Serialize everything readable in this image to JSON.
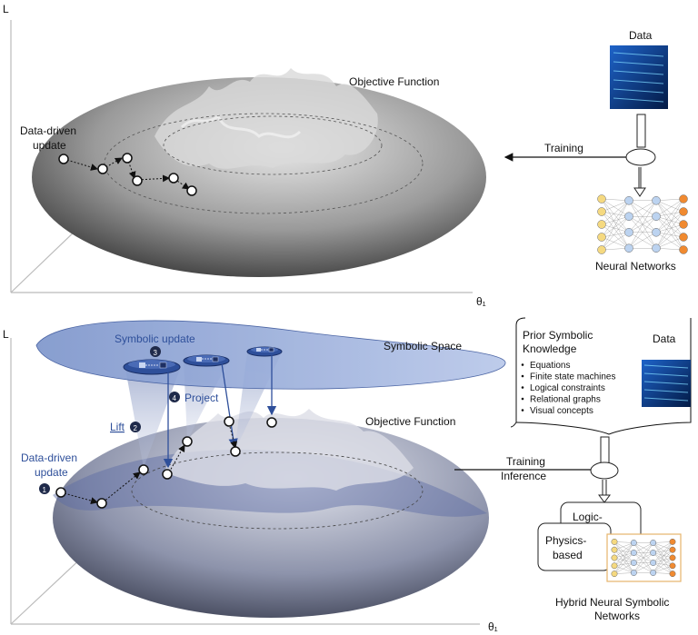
{
  "top_panel": {
    "axis_y_label": "L",
    "axis_x_label": "θ₁",
    "objective_label": "Objective Function",
    "update_label_line1": "Data-driven",
    "update_label_line2": "update",
    "data_label": "Data",
    "training_label": "Training",
    "network_label": "Neural Networks"
  },
  "bottom_panel": {
    "axis_y_label": "L",
    "axis_x_label": "θ₁",
    "symbolic_update_label": "Symbolic update",
    "step3": "3",
    "symbolic_space_label": "Symbolic Space",
    "project_step": "4",
    "project_label": "Project",
    "lift_label": "Lift",
    "lift_step": "2",
    "objective_label": "Objective Function",
    "update_label_line1": "Data-driven",
    "update_label_line2": "update",
    "step1": "1",
    "prior_title_line1": "Prior Symbolic",
    "prior_title_line2": "Knowledge",
    "data_label": "Data",
    "prior_items": [
      "Equations",
      "Finite state machines",
      "Logical constraints",
      "Relational graphs",
      "Visual concepts"
    ],
    "training_label": "Training",
    "inference_label": "Inference",
    "logic_label": "Logic-",
    "physics_label_line1": "Physics-",
    "physics_label_line2": "based",
    "hybrid_label_line1": "Hybrid Neural Symbolic",
    "hybrid_label_line2": "Networks"
  },
  "colors": {
    "symbolic_blue": "#2e4f9a",
    "symbolic_fill": "#8fa6d8",
    "data_image": "#0d3a86",
    "node_yellow": "#f5d980",
    "node_blue": "#bcd3f0",
    "node_orange": "#f08a30"
  }
}
